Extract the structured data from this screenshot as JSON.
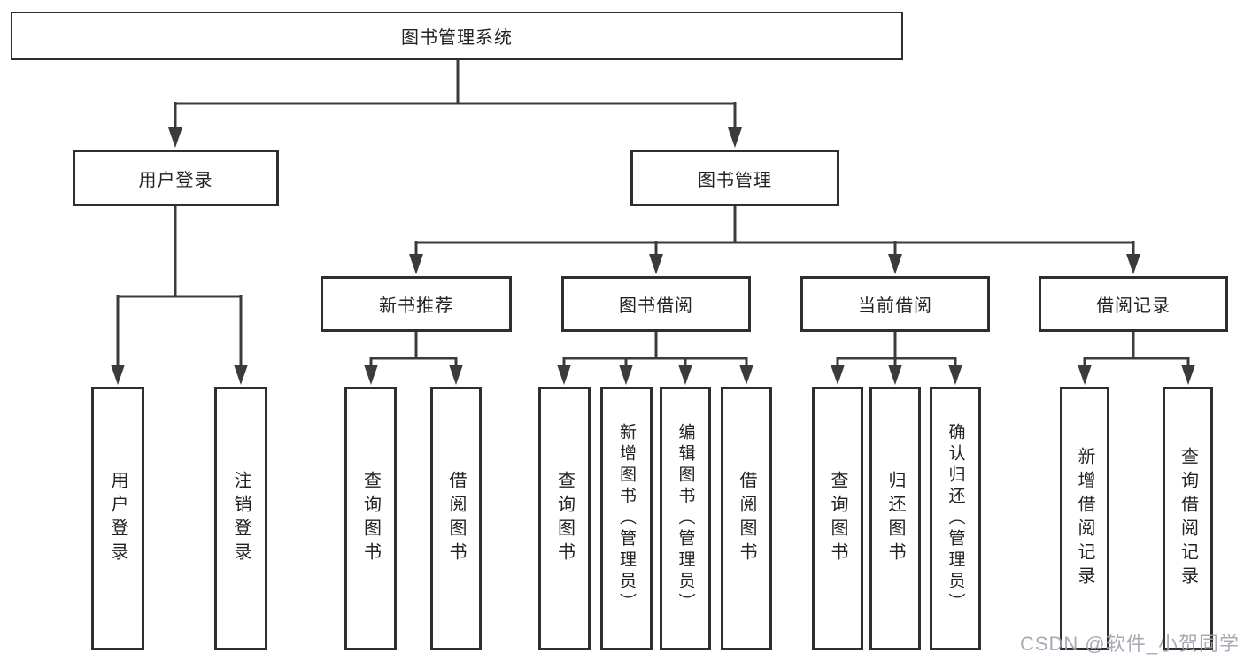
{
  "colors": {
    "line": "#3b3b3b",
    "box_border": "#2e2e2e",
    "text": "#222222",
    "background": "#ffffff",
    "watermark": "#9ea2ae"
  },
  "tree": {
    "root": "图书管理系统",
    "branches": [
      {
        "label": "用户登录",
        "children": [
          "用户登录",
          "注销登录"
        ]
      },
      {
        "label": "图书管理",
        "groups": [
          {
            "label": "新书推荐",
            "children": [
              "查询图书",
              "借阅图书"
            ]
          },
          {
            "label": "图书借阅",
            "children": [
              "查询图书",
              "新增图书（管理员）",
              "编辑图书（管理员）",
              "借阅图书"
            ]
          },
          {
            "label": "当前借阅",
            "children": [
              "查询图书",
              "归还图书",
              "确认归还（管理员）"
            ]
          },
          {
            "label": "借阅记录",
            "children": [
              "新增借阅记录",
              "查询借阅记录"
            ]
          }
        ]
      }
    ]
  },
  "watermark": "CSDN @软件_小贺同学"
}
